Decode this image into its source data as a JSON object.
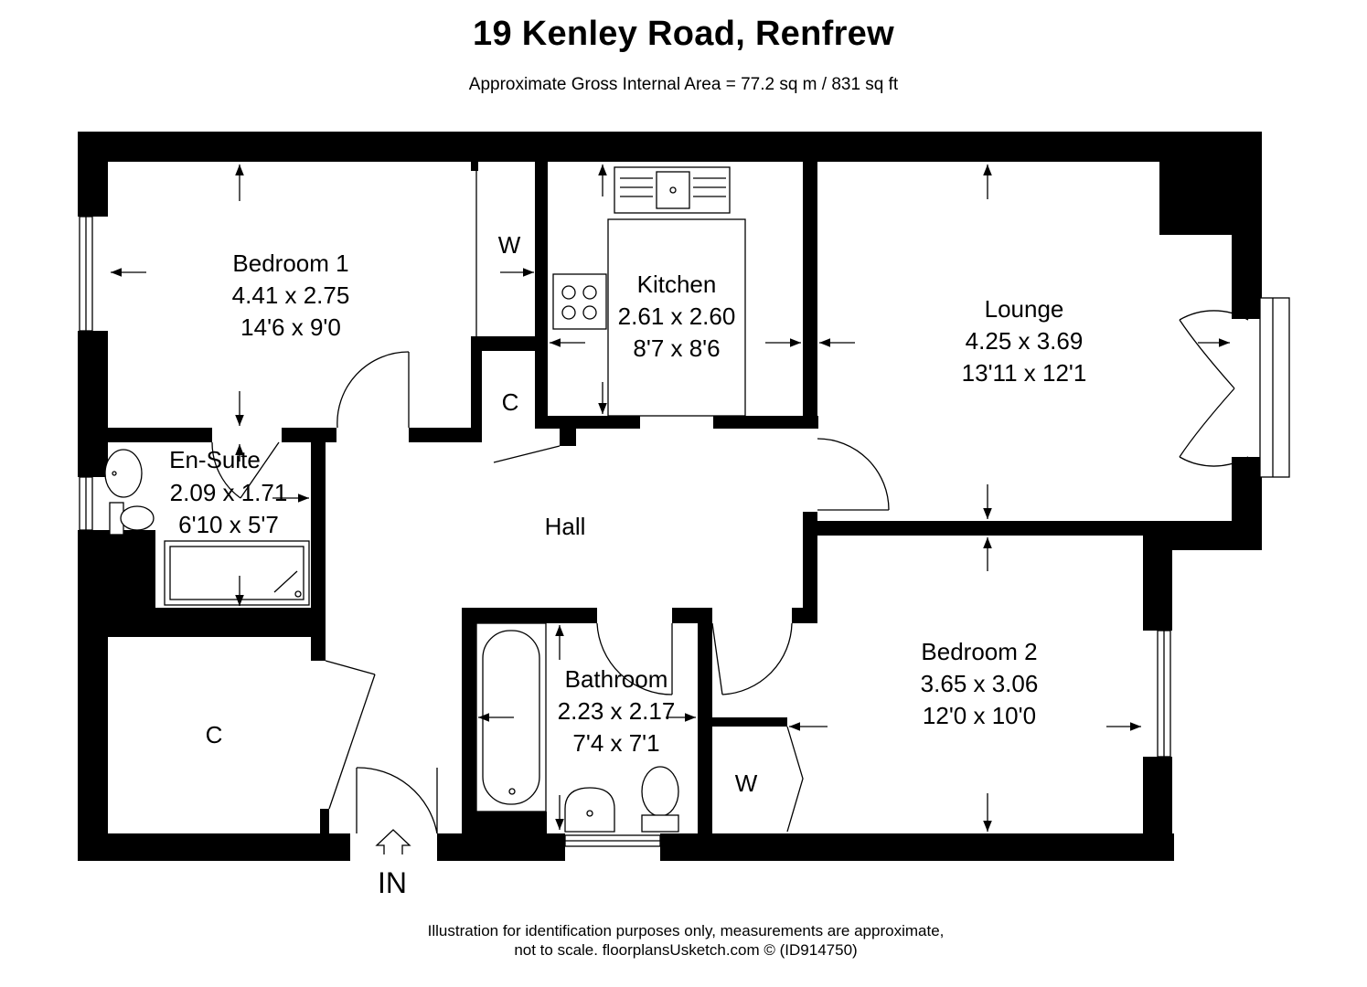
{
  "header": {
    "title": "19 Kenley Road, Renfrew",
    "subtitle": "Approximate Gross Internal Area = 77.2 sq m / 831 sq ft"
  },
  "rooms": {
    "bedroom1": {
      "name": "Bedroom 1",
      "metric": "4.41 x 2.75",
      "imperial": "14'6 x 9'0"
    },
    "kitchen": {
      "name": "Kitchen",
      "metric": "2.61 x 2.60",
      "imperial": "8'7 x 8'6"
    },
    "lounge": {
      "name": "Lounge",
      "metric": "4.25 x 3.69",
      "imperial": "13'11 x 12'1"
    },
    "ensuite": {
      "name": "En-Suite",
      "metric": "2.09 x 1.71",
      "imperial": "6'10 x 5'7"
    },
    "hall": {
      "name": "Hall"
    },
    "bathroom": {
      "name": "Bathroom",
      "metric": "2.23 x 2.17",
      "imperial": "7'4 x 7'1"
    },
    "bedroom2": {
      "name": "Bedroom 2",
      "metric": "3.65 x 3.06",
      "imperial": "12'0 x 10'0"
    }
  },
  "cupboards": {
    "wardrobe_bed1": "W",
    "cupboard_hall": "C",
    "cupboard_large": "C",
    "wardrobe_bed2": "W"
  },
  "entrance": "IN",
  "footer": {
    "line1": "Illustration for identification purposes only, measurements are approximate,",
    "line2": "not to scale. floorplansUsketch.com © (ID914750)"
  }
}
